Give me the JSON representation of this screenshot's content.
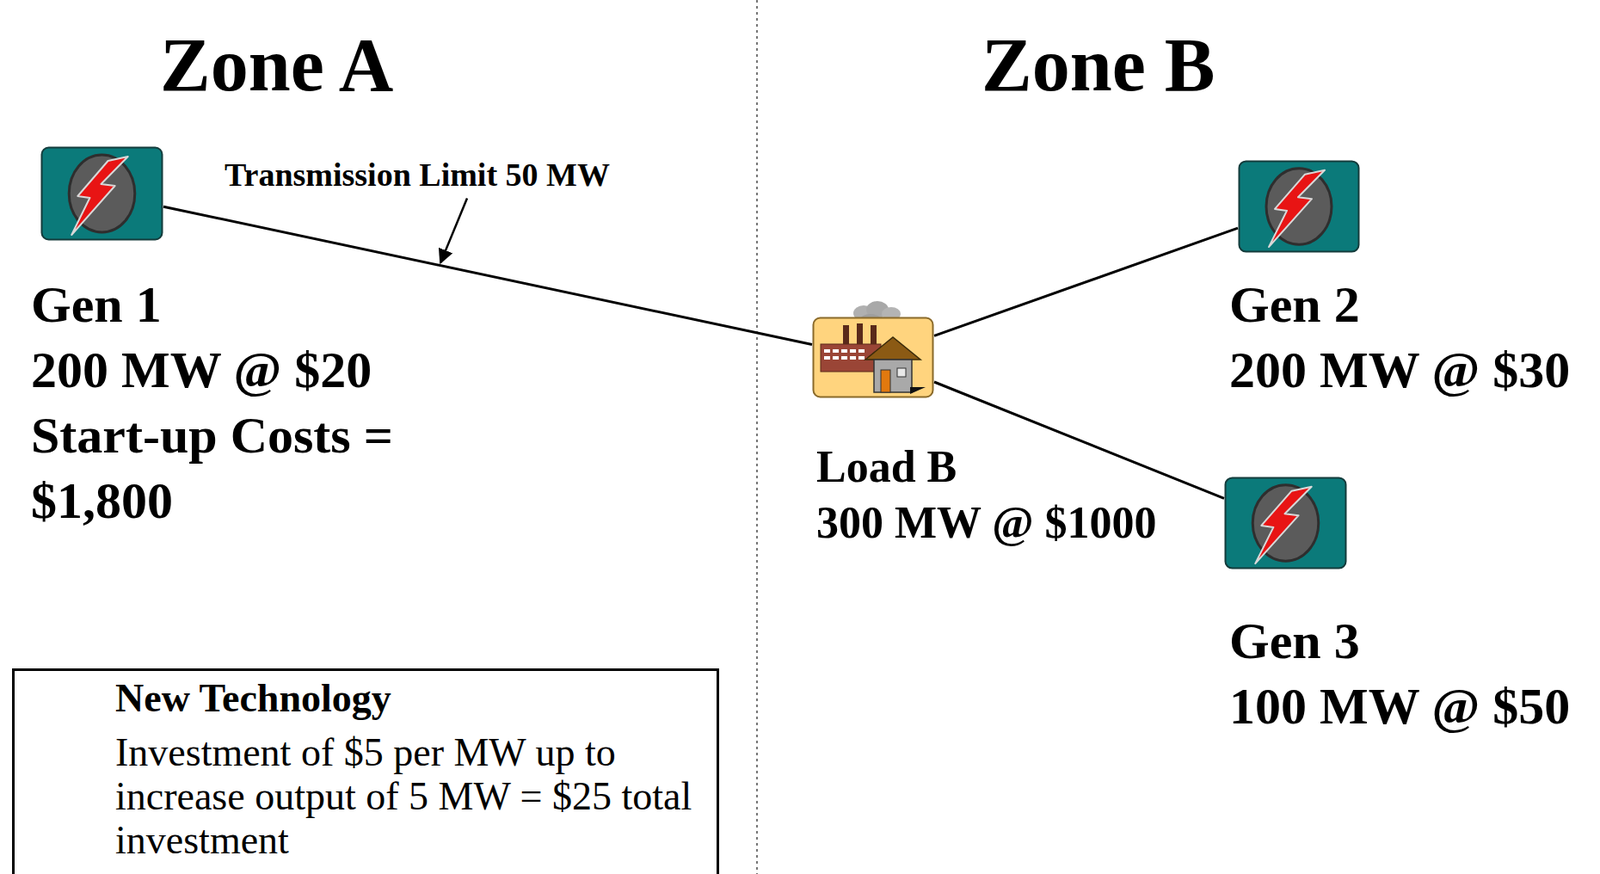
{
  "diagram": {
    "nodes": [
      {
        "text": [
          "Gen 1",
          "200 MW @ $20",
          "Start-up Costs = $1,800"
        ]
      },
      {
        "text": [
          "Load B",
          "300 MW @ $1000"
        ]
      },
      {
        "text": [
          "Gen 2",
          "200 MW @ $30"
        ]
      },
      {
        "text": [
          "Gen 3",
          "100 MW @ $50"
        ]
      },
      {
        "text": [
          "New Technology",
          "Investment of $5 per MW up to increase output of 5 MW = $25 total investment"
        ]
      }
    ],
    "edges": [
      {
        "from": 0,
        "to": 1,
        "arrow": "none",
        "label": "Transmission Limit 50 MW"
      },
      {
        "from": 1,
        "to": 2,
        "arrow": "none"
      },
      {
        "from": 1,
        "to": 3,
        "arrow": "none"
      }
    ],
    "labels": [
      "Zone A",
      "Zone B"
    ]
  }
}
